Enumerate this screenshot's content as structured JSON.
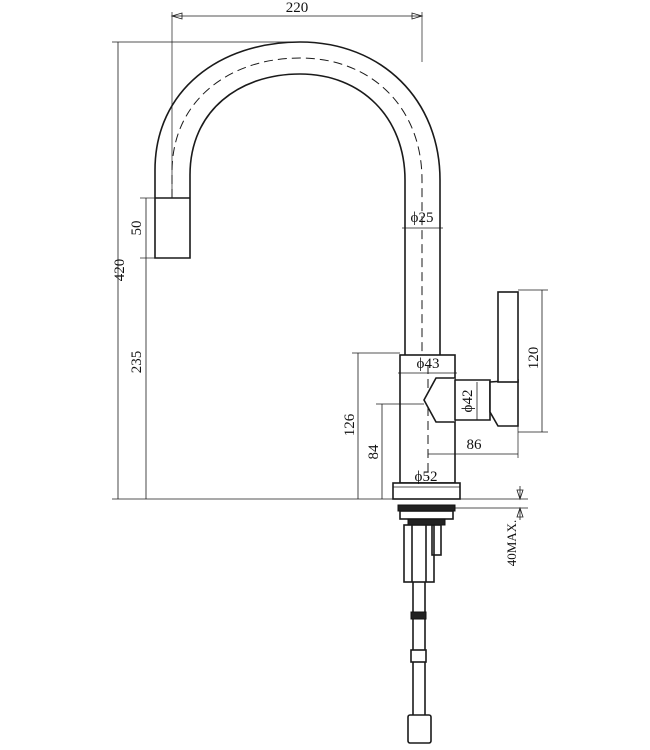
{
  "dimensions": {
    "reach": "220",
    "total_height": "420",
    "spout_tip": "50",
    "spout_height": "235",
    "body_height": "126",
    "handle_height": "84",
    "lever_length": "120",
    "lever_reach": "86",
    "spout_diameter": "ϕ25",
    "body_diameter": "ϕ43",
    "lever_diameter": "ϕ42",
    "base_diameter": "ϕ52",
    "counter_thickness": "40MAX."
  }
}
